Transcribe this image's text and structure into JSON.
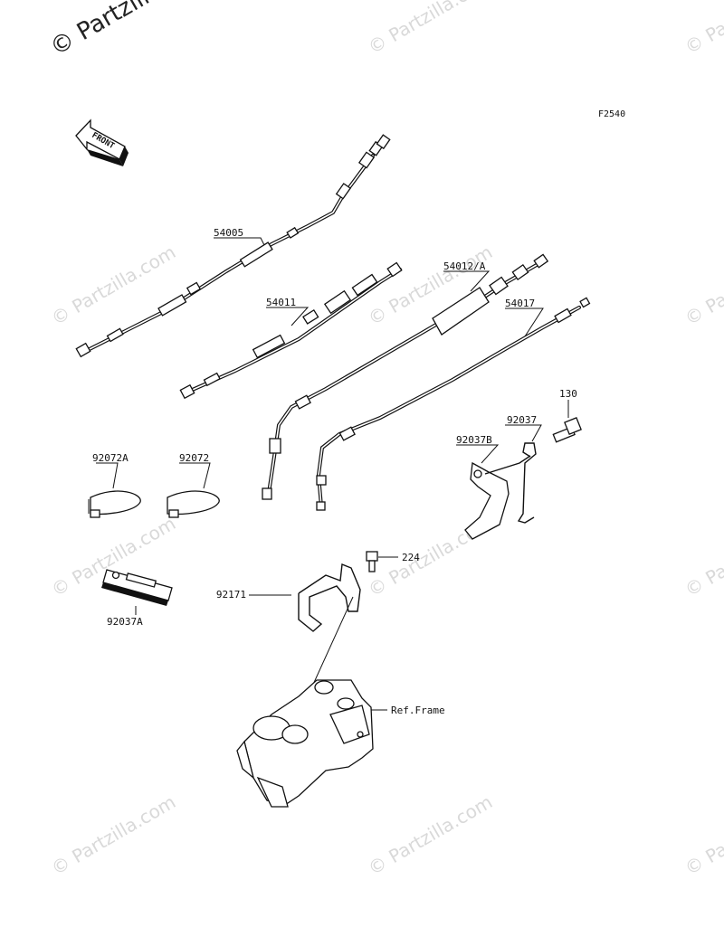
{
  "watermark": {
    "corner_text": "© Partzilla",
    "repeat_text": "© Partzilla.com",
    "color": "#d9d9d9"
  },
  "figure_code": "F2540",
  "front_arrow_label": "FRONT",
  "parts": [
    {
      "id": "54005",
      "label": "54005"
    },
    {
      "id": "54011",
      "label": "54011"
    },
    {
      "id": "54012A",
      "label": "54012/A"
    },
    {
      "id": "54017",
      "label": "54017"
    },
    {
      "id": "130",
      "label": "130"
    },
    {
      "id": "92037",
      "label": "92037"
    },
    {
      "id": "92037B",
      "label": "92037B"
    },
    {
      "id": "92072A",
      "label": "92072A"
    },
    {
      "id": "92072",
      "label": "92072"
    },
    {
      "id": "92037A",
      "label": "92037A"
    },
    {
      "id": "224",
      "label": "224"
    },
    {
      "id": "92171",
      "label": "92171"
    },
    {
      "id": "ref-frame",
      "label": "Ref.Frame"
    }
  ]
}
